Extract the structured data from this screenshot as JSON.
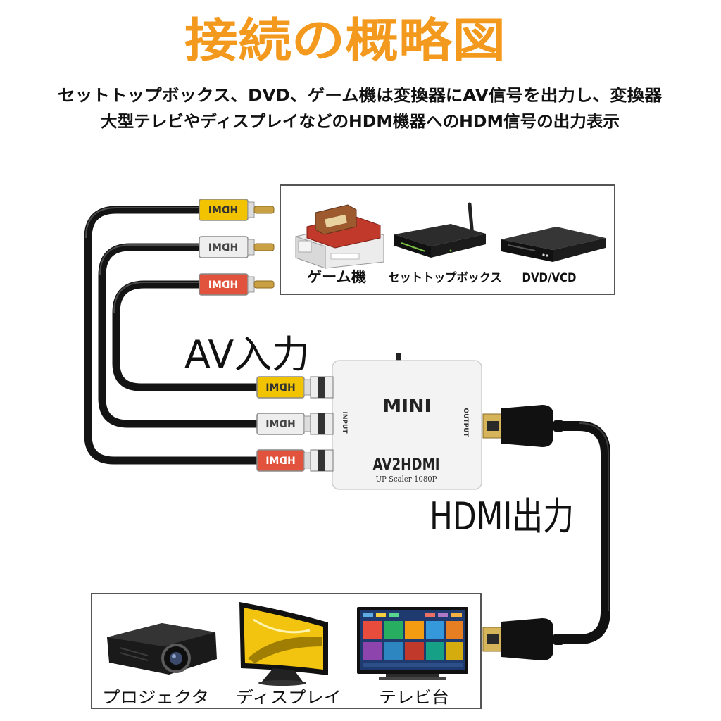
{
  "title": "接続の概略図",
  "subtitle": [
    "セットトップボックス、DVD、ゲーム機は変換器にAV信号を出力し、変換器",
    "大型テレビやディスプレイなどのHDM機器へのHDM信号の出力表示"
  ],
  "sources": [
    {
      "label": "ゲーム機",
      "icon": "game-console-icon"
    },
    {
      "label": "セットトップボックス",
      "icon": "set-top-box-icon"
    },
    {
      "label": "DVD/VCD",
      "icon": "dvd-player-icon"
    }
  ],
  "av_input_label": "AV入力",
  "hdmi_output_label": "HDMI出力",
  "converter": {
    "brand": "MINI",
    "model": "AV2HDMI",
    "spec": "UP Scaler 1080P",
    "input_label": "INPUT",
    "output_label": "OUTPUT"
  },
  "rca_plug_print": "HDMI",
  "rca_colors": [
    "#f2c300",
    "#eeeeee",
    "#e2533d"
  ],
  "sinks": [
    {
      "label": "プロジェクタ",
      "icon": "projector-icon"
    },
    {
      "label": "ディスプレイ",
      "icon": "monitor-icon"
    },
    {
      "label": "テレビ台",
      "icon": "tv-icon"
    }
  ],
  "colors": {
    "title": "#f39a1e",
    "cable": "#141414",
    "hdmi_tip": "#d6b45a"
  }
}
